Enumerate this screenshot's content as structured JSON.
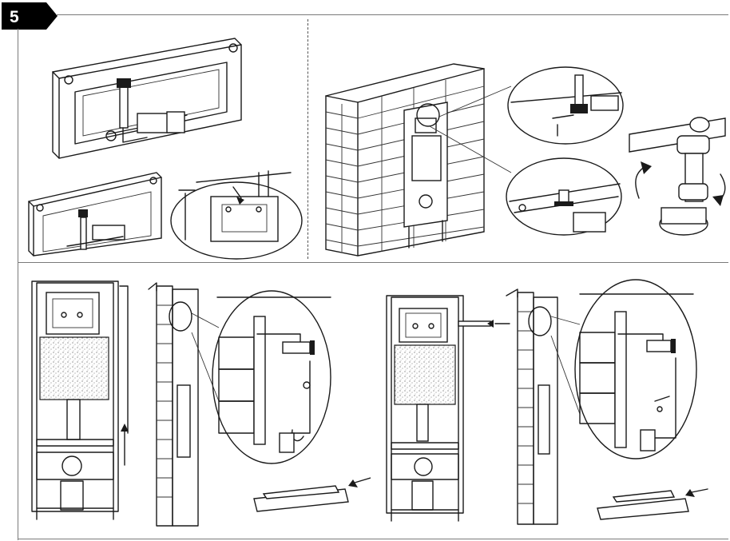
{
  "step": {
    "number": "5",
    "badge_color": "#000000"
  },
  "colors": {
    "frame": "#7a7a7a",
    "line_art": "#1a1a1a",
    "insulation_speckle": "#555555"
  },
  "panels": [
    {
      "id": "top-left",
      "content": "cistern-valve-closeups"
    },
    {
      "id": "top-right",
      "content": "wall-mounted-frame-connection"
    },
    {
      "id": "bottom-left",
      "content": "rear-water-inlet-installation"
    },
    {
      "id": "bottom-right",
      "content": "side-water-inlet-installation"
    }
  ]
}
